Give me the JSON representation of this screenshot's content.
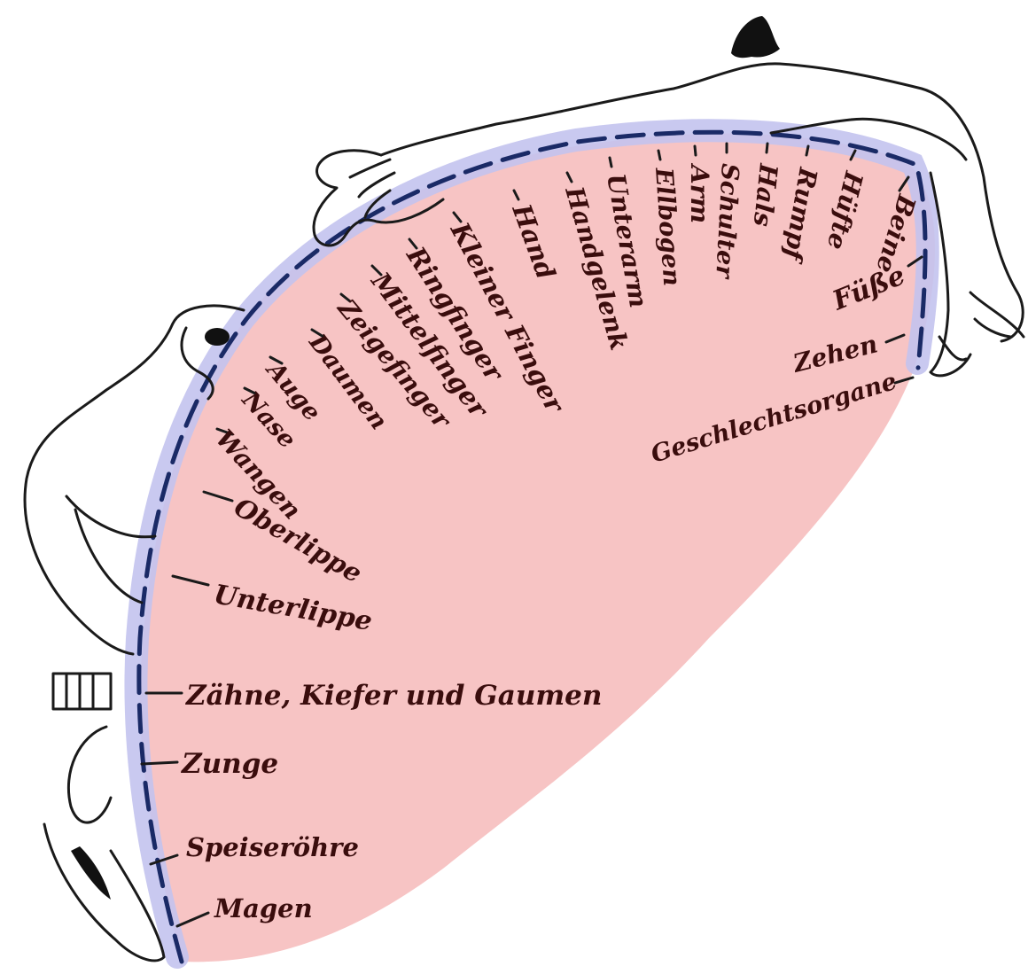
{
  "diagram": {
    "colors": {
      "region_fill": "#f7c4c4",
      "band_fill": "#c3c3ee",
      "dash_stroke": "#1a2a66",
      "ink": "#1a1a1a",
      "label_text": "#3a0d0d"
    },
    "labels": {
      "zehen": "Zehen",
      "geschlechtsorgane": "Geschlechtsorgane",
      "fuesse": "Füße",
      "beine": "Beine",
      "huefte": "Hüfte",
      "rumpf": "Rumpf",
      "hals": "Hals",
      "schulter": "Schulter",
      "arm": "Arm",
      "ellbogen": "Ellbogen",
      "unterarm": "Unterarm",
      "handgelenk": "Handgelenk",
      "hand": "Hand",
      "kleiner_finger": "Kleiner Finger",
      "ringfinger": "Ringfinger",
      "mittelfinger": "Mittelfinger",
      "zeigefinger": "Zeigefinger",
      "daumen": "Daumen",
      "auge": "Auge",
      "nase": "Nase",
      "wangen": "Wangen",
      "oberlippe": "Oberlippe",
      "unterlippe": "Unterlippe",
      "zaehne": "Zähne, Kiefer und Gaumen",
      "zunge": "Zunge",
      "speiseroehre": "Speiseröhre",
      "magen": "Magen"
    }
  }
}
